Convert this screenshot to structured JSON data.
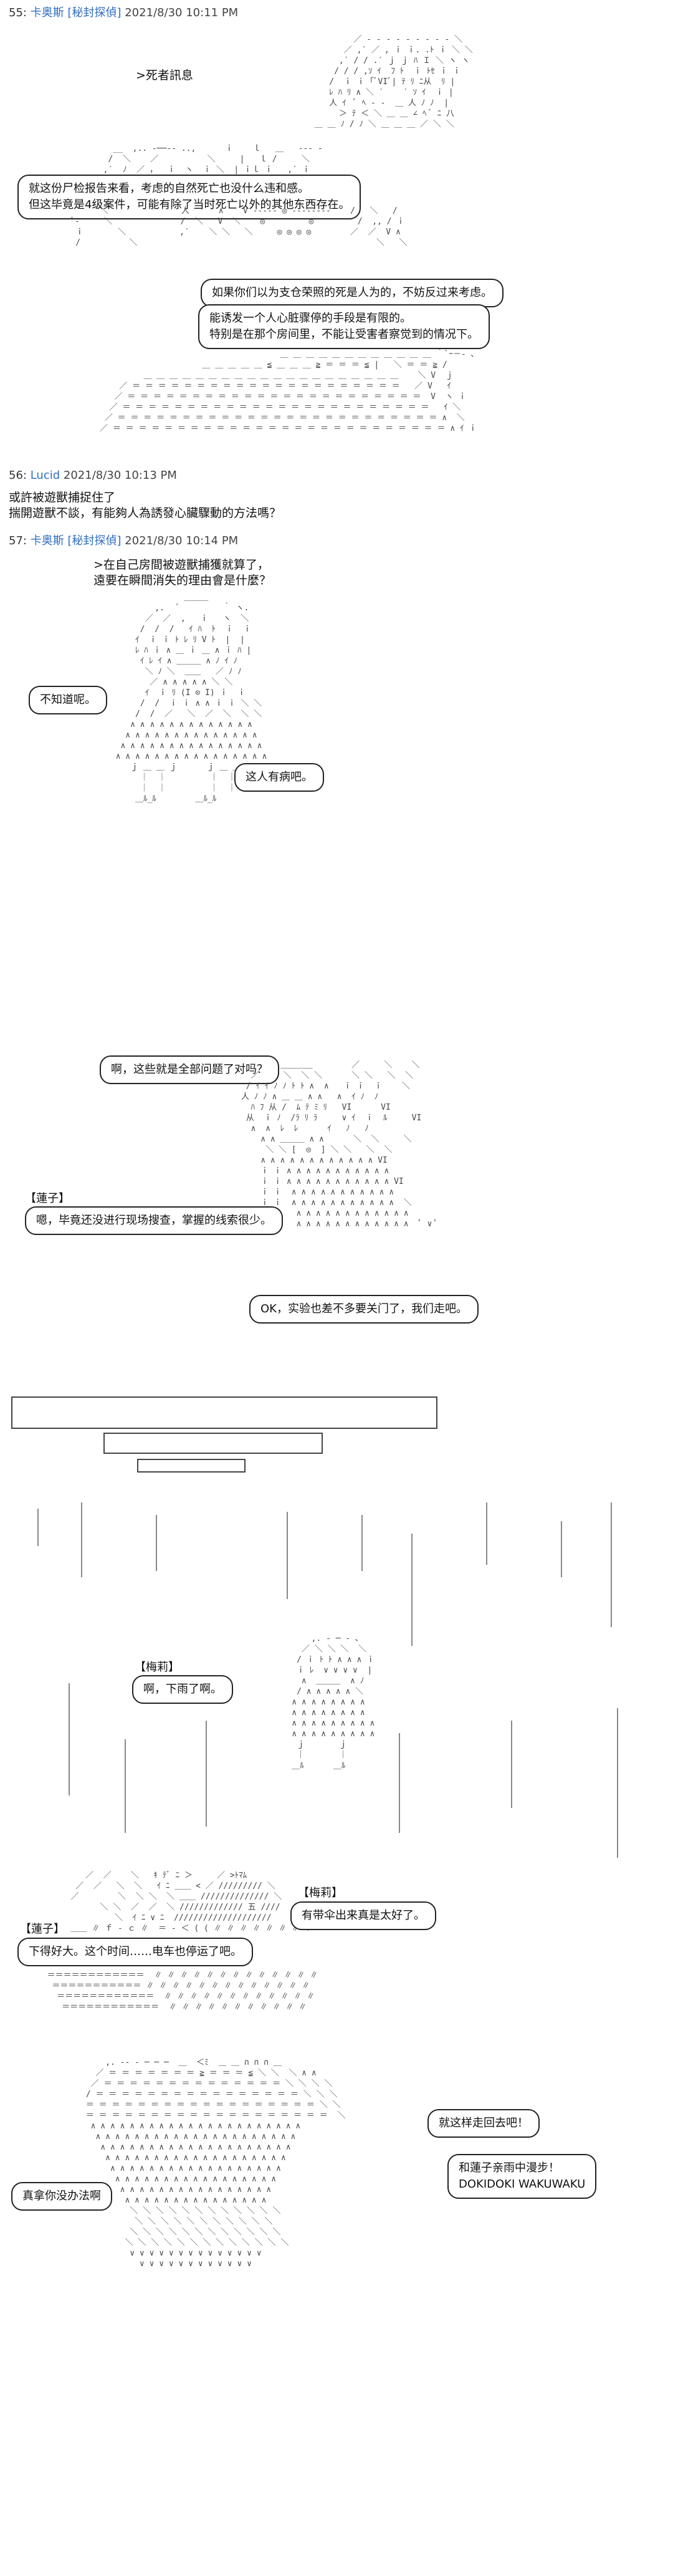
{
  "posts": [
    {
      "num": "55:",
      "name": "卡奥斯 [秘封探偵]",
      "time": "2021/8/30 10:11 PM"
    },
    {
      "num": "56:",
      "name": "Lucid",
      "time": "2021/8/30 10:13 PM"
    },
    {
      "num": "57:",
      "name": "卡奥斯 [秘封探偵]",
      "time": "2021/8/30 10:14 PM"
    }
  ],
  "post55": {
    "quote": ">死者訊息",
    "bubble1": "就这份尸检报告来看，考虑的自然死亡也没什么违和感。\n但这毕竟是4级案件，可能有除了当时死亡以外的其他东西存在。",
    "bubble2": "如果你们以为支仓荣照的死是人为的，不妨反过来考虑。",
    "bubble3": "能诱发一个人心脏骤停的手段是有限的。\n特别是在那个房间里，不能让受害者察觉到的情况下。"
  },
  "post56": {
    "line1": "或許被遊獸捕捉住了",
    "line2": "揣開遊獸不談，有能夠人為誘發心臟驟動的方法嗎？"
  },
  "post57": {
    "quote1": ">在自己房間被遊獸捕獲就算了，",
    "quote2": "遠要在瞬間消失的理由會是什麼？",
    "bubble_a": "不知道呢。",
    "bubble_b": "这人有病吧。",
    "bubble_c": "啊，这些就是全部问题了对吗？",
    "tag_lianzi1": "【蓮子】",
    "bubble_d": "嗯，毕竟还没进行现场搜查，掌握的线索很少。",
    "bubble_e": "OK，实验也差不多要关门了，我们走吧。",
    "tag_meili1": "【梅莉】",
    "bubble_f": "啊，下雨了啊。",
    "tag_meili2": "【梅莉】",
    "bubble_g": "有带伞出来真是太好了。",
    "tag_lianzi2": "【蓮子】",
    "bubble_h": "下得好大。这个时间……电车也停运了吧。",
    "bubble_i": "就这样走回去吧！",
    "bubble_j": "和蓮子亲雨中漫步！\nDOKIDOKI WAKUWAKU",
    "bubble_k": "真拿你没办法啊"
  }
}
